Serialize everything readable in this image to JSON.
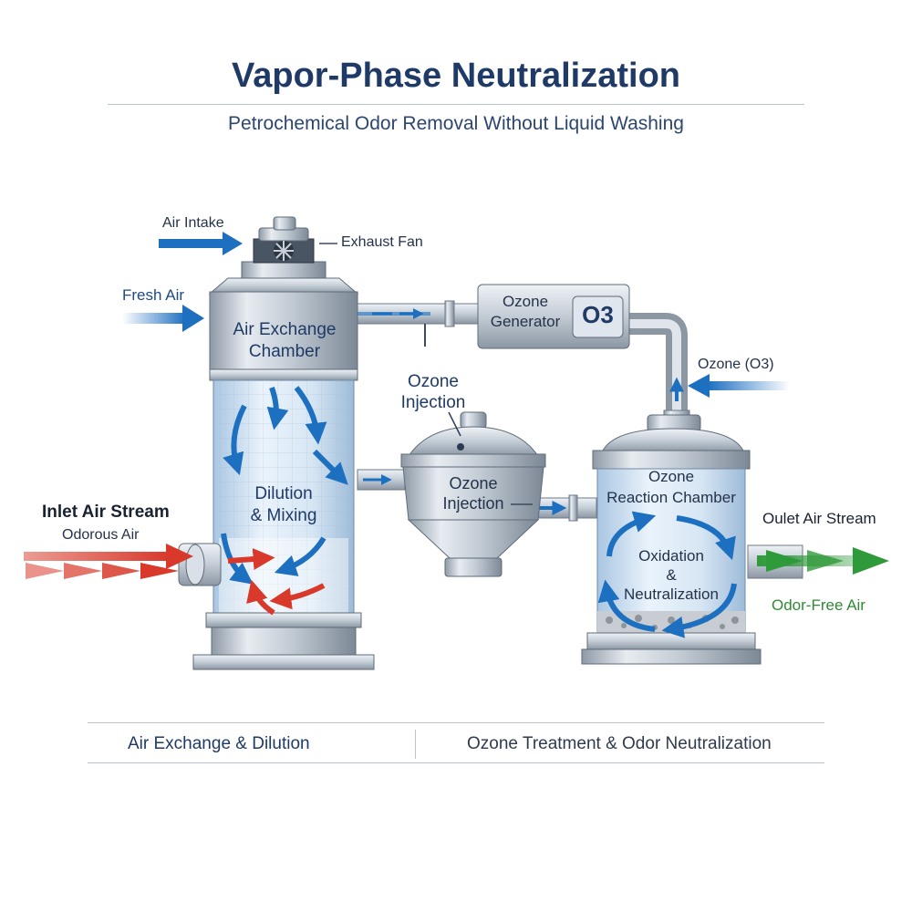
{
  "header": {
    "title": "Vapor-Phase Neutralization",
    "subtitle": "Petrochemical Odor Removal Without Liquid Washing"
  },
  "labels": {
    "air_intake": "Air Intake",
    "exhaust_fan": "Exhaust Fan",
    "fresh_air": "Fresh Air",
    "air_exchange_chamber": "Air Exchange\nChamber",
    "dilution_mixing": "Dilution\n& Mixing",
    "inlet_air_stream": "Inlet Air Stream",
    "odorous_air": "Odorous Air",
    "ozone_generator": "Ozone\nGenerator",
    "o3_badge": "O3",
    "ozone_injection_callout": "Ozone\nInjection",
    "ozone_injection_vessel": "Ozone\nInjection",
    "ozone_o3": "Ozone (O3)",
    "ozone_reaction_chamber": "Ozone\nReaction Chamber",
    "oxidation_neutralization": "Oxidation\n&\nNeutralization",
    "outlet_air_stream": "Oulet Air Stream",
    "odor_free_air": "Odor-Free Air"
  },
  "footer": {
    "left": "Air Exchange & Dilution",
    "right": "Ozone Treatment & Odor Neutralization"
  },
  "colors": {
    "title": "#1f3a66",
    "blue_arrow": "#1d6fc0",
    "red_arrow": "#d8392b",
    "green_arrow": "#2f9a3a",
    "odor_free_text": "#2f8a35",
    "steel": "#b8c2cc"
  }
}
